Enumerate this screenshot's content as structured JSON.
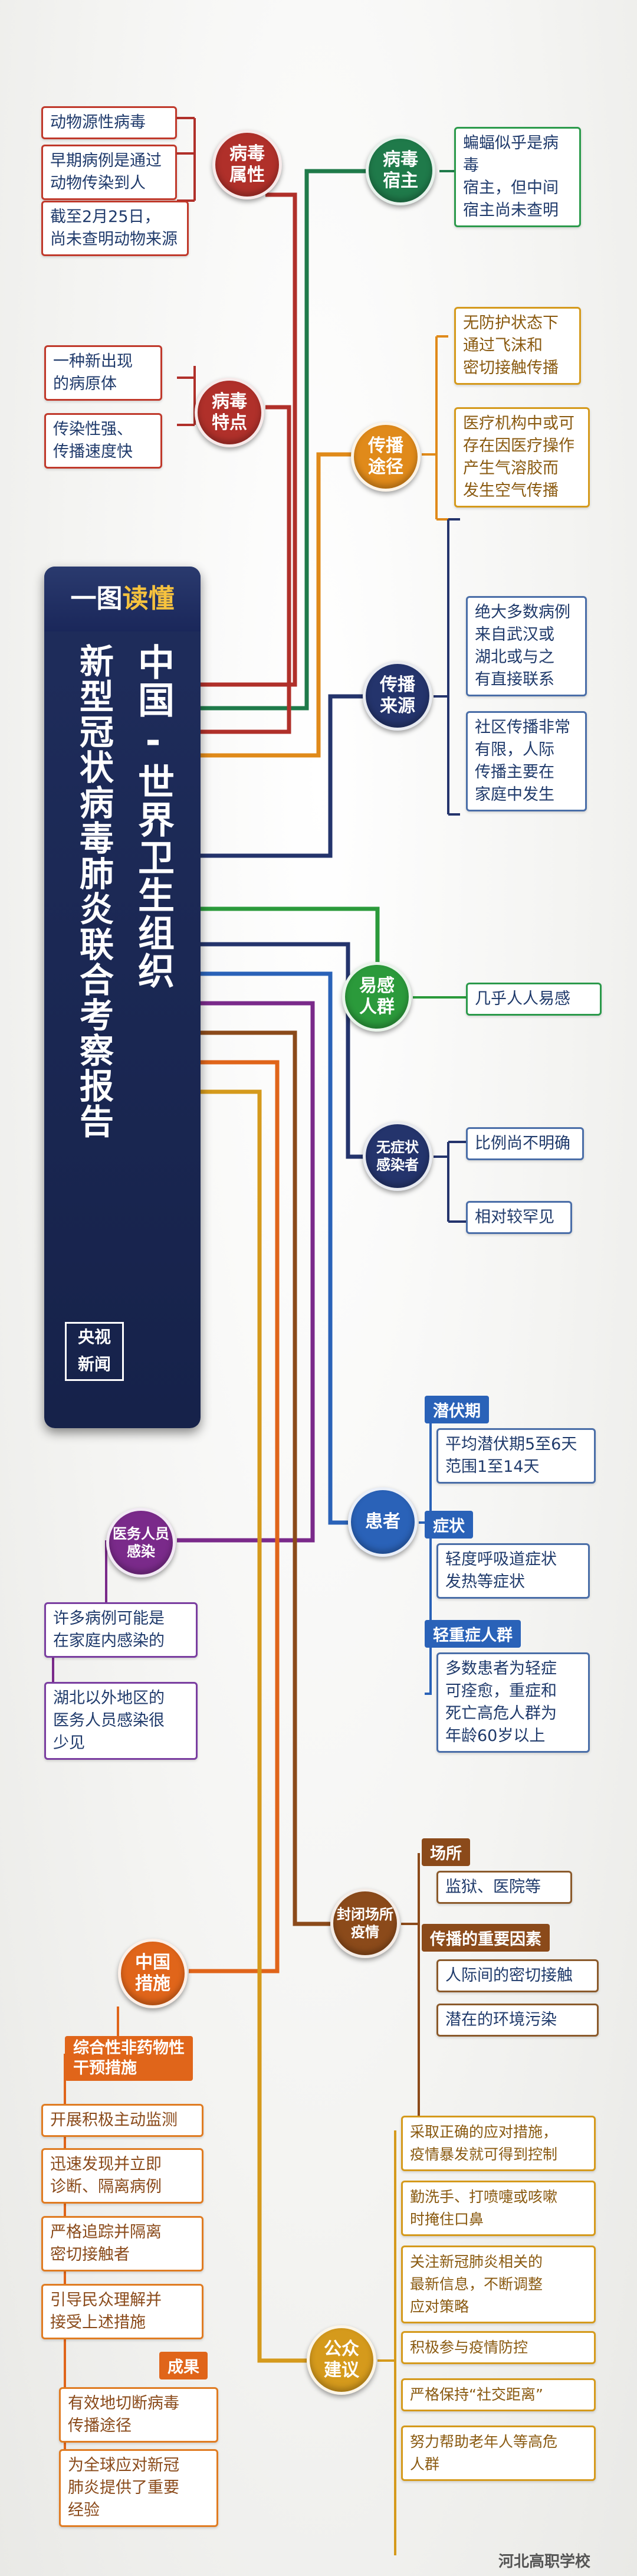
{
  "center": {
    "header_a": "一图",
    "header_b": "读懂",
    "title1": "中国-世界卫生组织",
    "title2": "新型冠状病毒肺炎联合考察报告",
    "badge": "央视\n新闻"
  },
  "branches": {
    "virus_property": {
      "label": "病毒\n属性",
      "color": "#b0302a",
      "items": [
        "动物源性病毒",
        "早期病例是通过\n动物传染到人",
        "截至2月25日，\n尚未查明动物来源"
      ]
    },
    "virus_host": {
      "label": "病毒\n宿主",
      "color": "#1f7a4a",
      "items": [
        "蝙蝠似乎是病毒\n宿主，但中间\n宿主尚未查明"
      ]
    },
    "virus_feature": {
      "label": "病毒\n特点",
      "color": "#b0302a",
      "items": [
        "一种新出现\n的病原体",
        "传染性强、\n传播速度快"
      ]
    },
    "transmission_route": {
      "label": "传播\n途径",
      "color": "#e08a1a",
      "items": [
        "无防护状态下\n通过飞沫和\n密切接触传播",
        "医疗机构中或可\n存在因医疗操作\n产生气溶胶而\n发生空气传播"
      ]
    },
    "transmission_source": {
      "label": "传播\n来源",
      "color": "#24346c",
      "items": [
        "绝大多数病例\n来自武汉或\n湖北或与之\n有直接联系",
        "社区传播非常\n有限，人际\n传播主要在\n家庭中发生"
      ]
    },
    "susceptible": {
      "label": "易感\n人群",
      "color": "#2b9a3b",
      "items": [
        "几乎人人易感"
      ]
    },
    "asymptomatic": {
      "label": "无症状\n感染者",
      "color": "#24346c",
      "items": [
        "比例尚不明确",
        "相对较罕见"
      ]
    },
    "patients": {
      "label": "患者",
      "color": "#2a62b8",
      "groups": [
        {
          "title": "潜伏期",
          "items": [
            "平均潜伏期5至6天\n范围1至14天"
          ]
        },
        {
          "title": "症状",
          "items": [
            "轻度呼吸道症状\n发热等症状"
          ]
        },
        {
          "title": "轻重症人群",
          "items": [
            "多数患者为轻症\n可痊愈，重症和\n死亡高危人群为\n年龄60岁以上"
          ]
        }
      ]
    },
    "medical_staff": {
      "label": "医务人员\n感染",
      "color": "#7a2a8a",
      "items": [
        "许多病例可能是\n在家庭内感染的",
        "湖北以外地区的\n医务人员感染很\n少见"
      ]
    },
    "closed_places": {
      "label": "封闭场所\n疫情",
      "color": "#8b4a1a",
      "groups": [
        {
          "title": "场所",
          "items": [
            "监狱、医院等"
          ]
        },
        {
          "title": "传播的重要因素",
          "items": [
            "人际间的密切接触",
            "潜在的环境污染"
          ]
        }
      ]
    },
    "china_measures": {
      "label": "中国\n措施",
      "color": "#e0651a",
      "groups": [
        {
          "title": "综合性非药物性\n干预措施",
          "items": [
            "开展积极主动监测",
            "迅速发现并立即\n诊断、隔离病例",
            "严格追踪并隔离\n密切接触者",
            "引导民众理解并\n接受上述措施"
          ]
        },
        {
          "title": "成果",
          "items": [
            "有效地切断病毒\n传播途径",
            "为全球应对新冠\n肺炎提供了重要\n经验"
          ]
        }
      ]
    },
    "public_advice": {
      "label": "公众\n建议",
      "color": "#d59a1c",
      "items": [
        "采取正确的应对措施，\n疫情暴发就可得到控制",
        "勤洗手、打喷嚏或咳嗽\n时掩住口鼻",
        "关注新冠肺炎相关的\n最新信息，不断调整\n应对策略",
        "积极参与疫情防控",
        "严格保持“社交距离”",
        "努力帮助老年人等高危\n人群"
      ]
    }
  },
  "watermark": "河北高职学校"
}
